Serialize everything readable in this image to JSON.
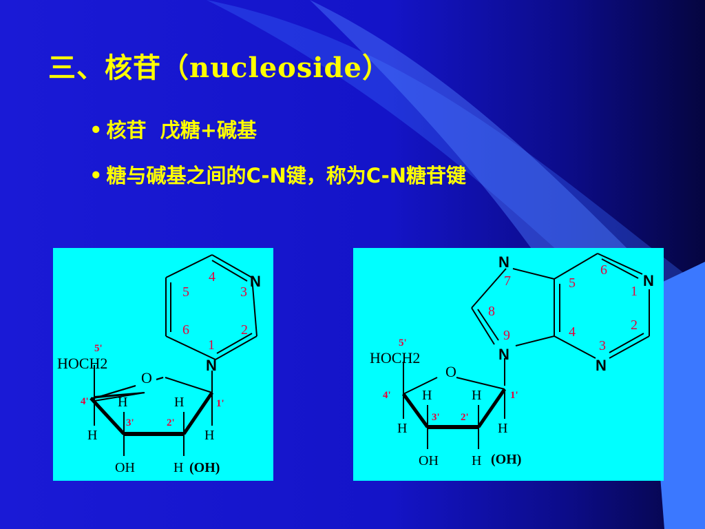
{
  "slide": {
    "title": "三、核苷（nucleoside）",
    "bullets": [
      {
        "dot": "•",
        "text": "核苷  戊糖+碱基"
      },
      {
        "dot": "•",
        "text": "糖与碱基之间的C-N键，称为C-N糖苷键"
      }
    ]
  },
  "pyrimidine_nucleoside": {
    "ring_atom": "N",
    "ring_numbers": [
      "4",
      "5",
      "3",
      "6",
      "2",
      "1"
    ],
    "sugar": {
      "group": "HOCH2",
      "ring_oxygen": "O",
      "primes": [
        "5'",
        "4'",
        "3'",
        "2'",
        "1'"
      ],
      "hydrogens": [
        "H",
        "H",
        "H",
        "H",
        "H"
      ],
      "oh": "OH",
      "oh_alt": "(OH)"
    }
  },
  "purine_nucleoside": {
    "ring_atom": "N",
    "ring_numbers": [
      "7",
      "8",
      "9",
      "6",
      "5",
      "4",
      "1",
      "2",
      "3"
    ],
    "sugar": {
      "group": "HOCH2",
      "ring_oxygen": "O",
      "primes": [
        "5'",
        "4'",
        "3'",
        "2'",
        "1'"
      ],
      "hydrogens": [
        "H",
        "H",
        "H",
        "H",
        "H"
      ],
      "oh": "OH",
      "oh_alt": "(OH)"
    }
  },
  "colors": {
    "background": "#1a1ad6",
    "title_text": "#ffff00",
    "panel": "#00ffff",
    "numbering": "#e8003a"
  }
}
